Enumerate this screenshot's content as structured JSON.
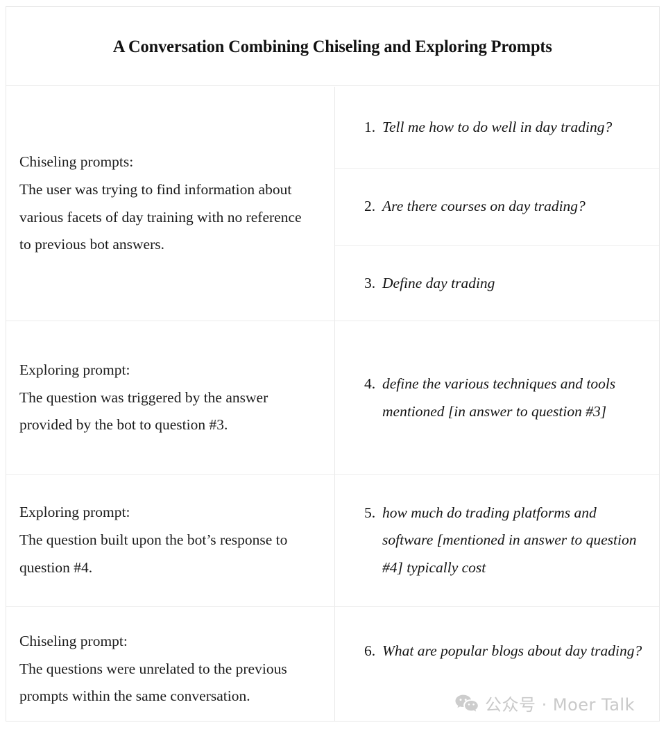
{
  "document": {
    "title": "A Conversation Combining Chiseling and Exploring Prompts"
  },
  "table": {
    "groups": [
      {
        "description": "Chiseling prompts:\nThe user was trying to find information about various facets of day training with no reference to previous bot answers.",
        "prompts": [
          {
            "number": "1.",
            "text": "Tell me how to do well in day trading?"
          },
          {
            "number": "2.",
            "text": "Are there courses on day trading?"
          },
          {
            "number": "3.",
            "text": "Define day trading"
          }
        ]
      },
      {
        "description": "Exploring prompt:\nThe question was triggered by the answer provided by the bot to question #3.",
        "prompts": [
          {
            "number": "4.",
            "text": "define the various techniques and tools mentioned [in answer to question #3]"
          }
        ]
      },
      {
        "description": "Exploring prompt:\nThe question built upon the bot’s response to question #4.",
        "prompts": [
          {
            "number": "5.",
            "text": "how much do trading platforms and software [mentioned in answer to question #4] typically cost"
          }
        ]
      },
      {
        "description": "Chiseling prompt:\nThe questions were unrelated to the previous prompts within the same conversation.",
        "prompts": [
          {
            "number": "6.",
            "text": "What are popular blogs about day trading?"
          }
        ]
      }
    ]
  },
  "watermark": {
    "icon": "wechat-logo-icon",
    "text": "公众号 · Moer Talk",
    "color": "#c9c9c9"
  },
  "colors": {
    "text": "#141414",
    "border": "#ececec",
    "background": "#ffffff"
  }
}
